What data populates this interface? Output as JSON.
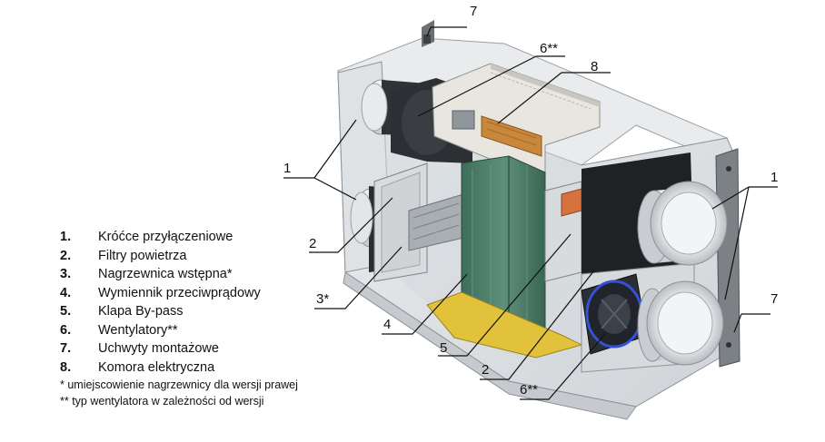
{
  "legend": {
    "items": [
      {
        "num": "1.",
        "text": "Króćce przyłączeniowe"
      },
      {
        "num": "2.",
        "text": "Filtry powietrza"
      },
      {
        "num": "3.",
        "text": "Nagrzewnica wstępna*"
      },
      {
        "num": "4.",
        "text": "Wymiennik przeciwprądowy"
      },
      {
        "num": "5.",
        "text": "Klapa By-pass"
      },
      {
        "num": "6.",
        "text": "Wentylatory**"
      },
      {
        "num": "7.",
        "text": "Uchwyty montażowe"
      },
      {
        "num": "8.",
        "text": "Komora elektryczna"
      }
    ],
    "notes": [
      "* umiejscowienie nagrzewnicy dla wersji prawej",
      "** typ wentylatora w zależności od wersji"
    ]
  },
  "callouts": {
    "c7_top": "7",
    "c6_top": "6**",
    "c8": "8",
    "c1_left": "1",
    "c1_right": "1",
    "c2_left": "2",
    "c3": "3*",
    "c4": "4",
    "c5": "5",
    "c2_bottom": "2",
    "c6_bottom": "6**",
    "c7_right": "7"
  }
}
